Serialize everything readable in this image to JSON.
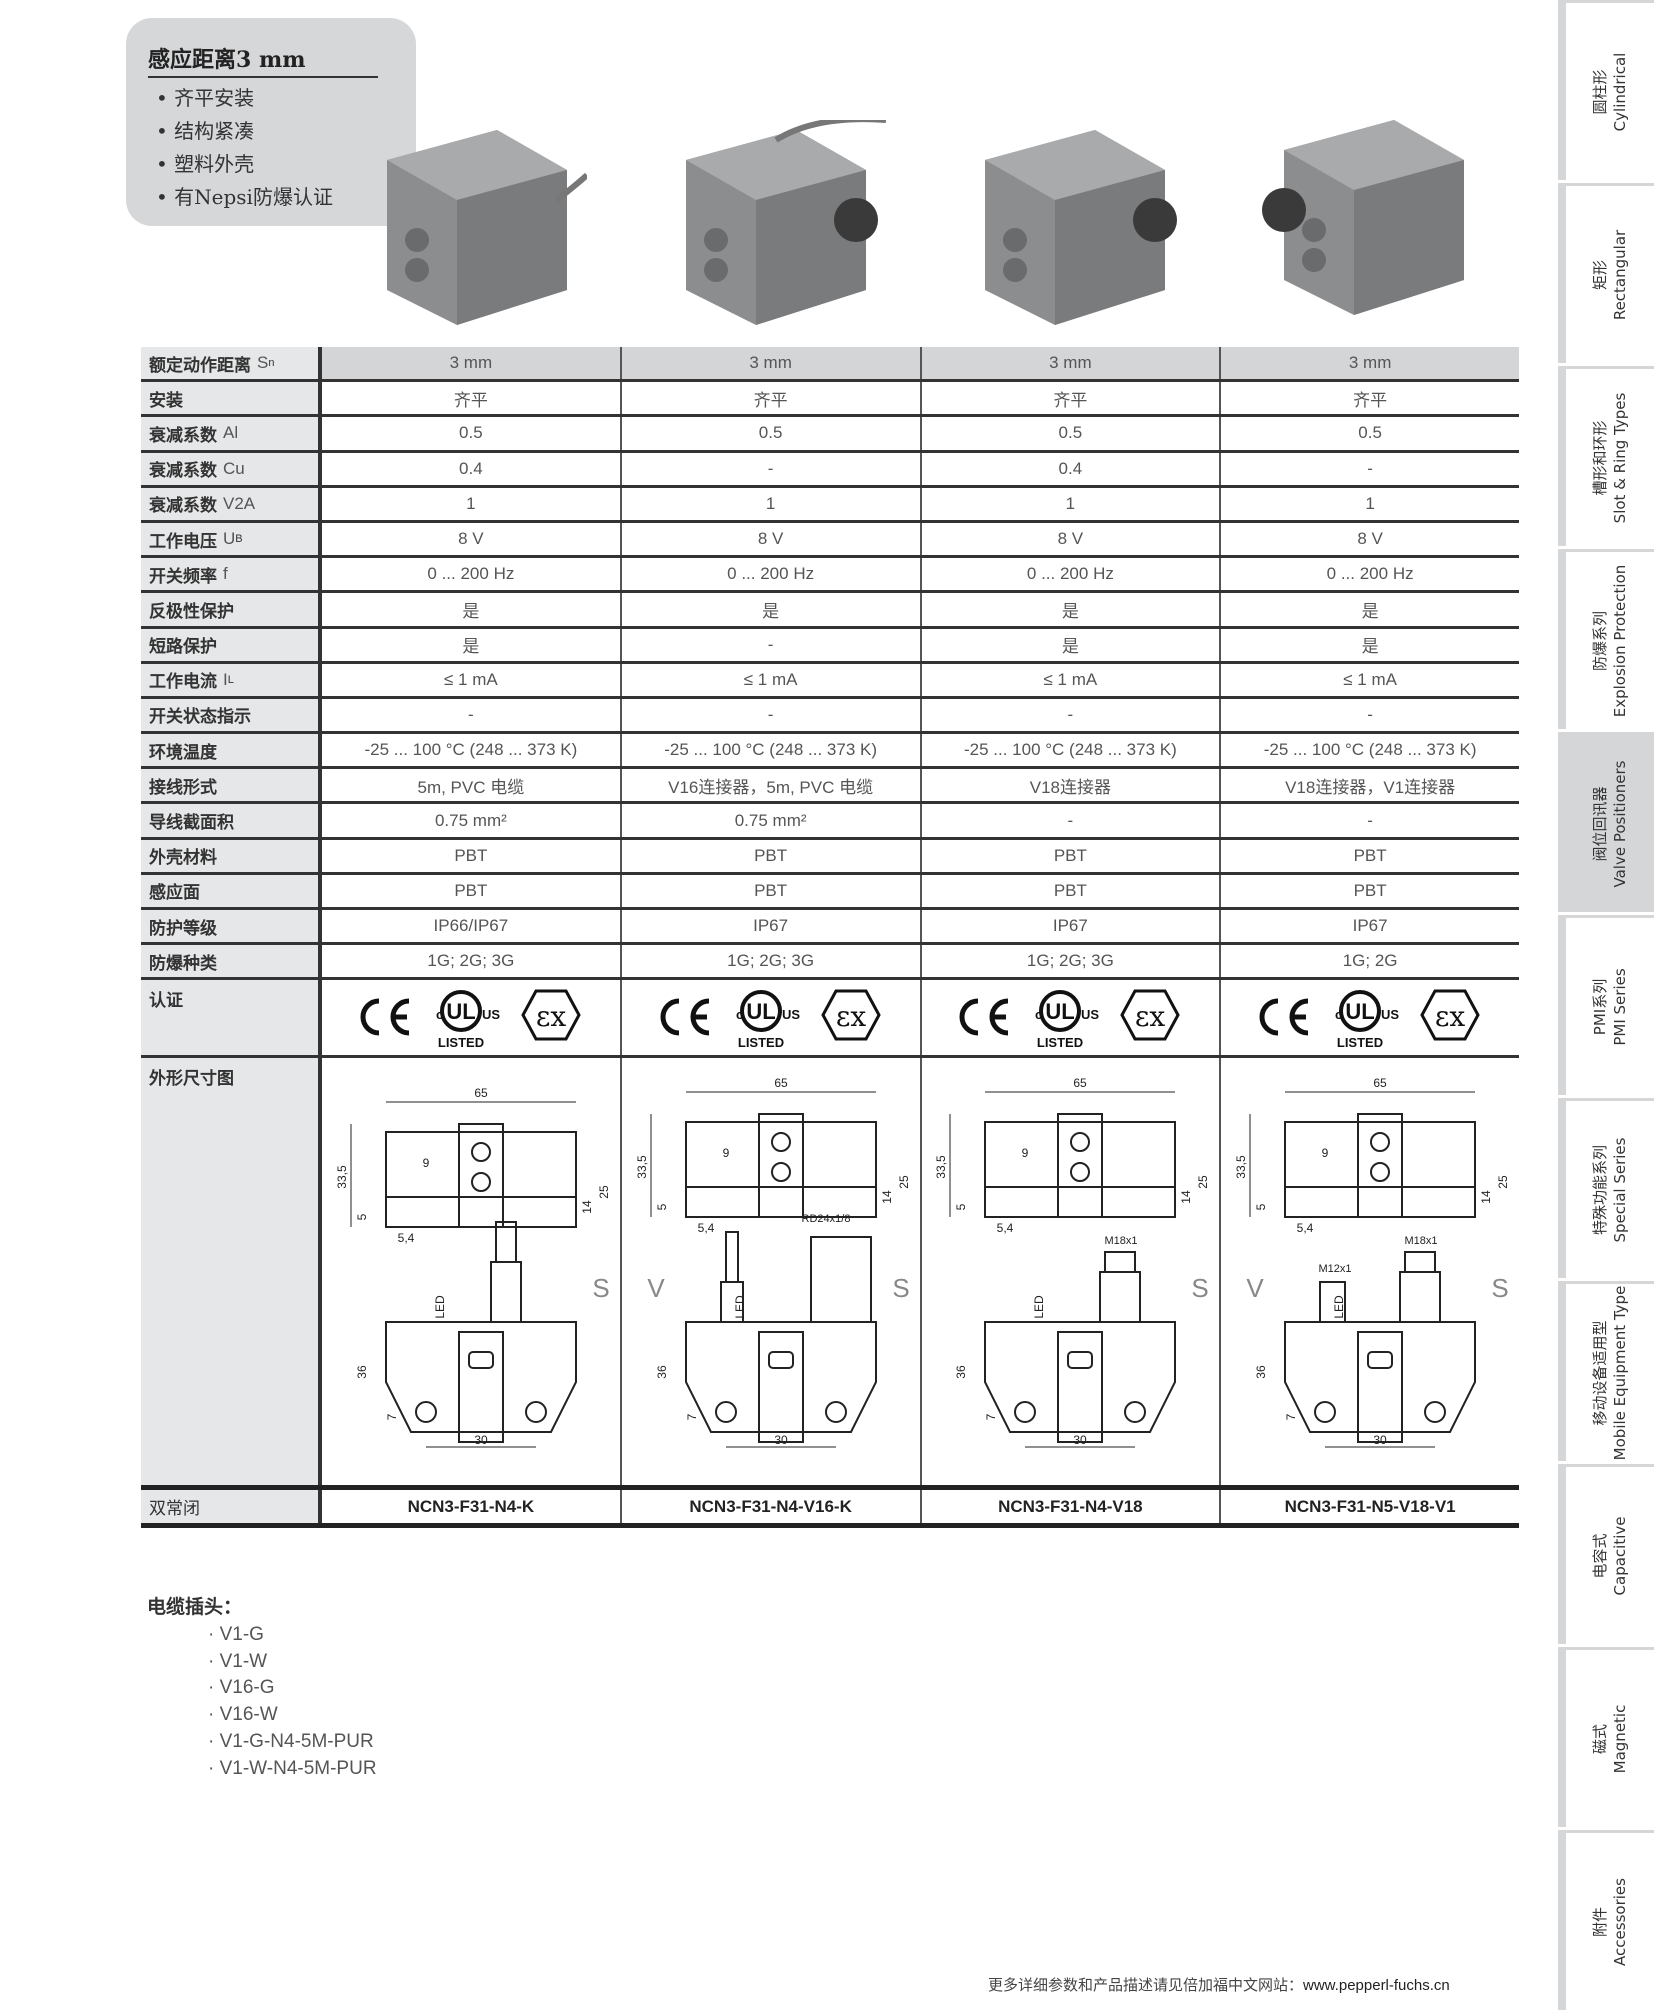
{
  "feature": {
    "title": "感应距离3 mm",
    "items": [
      "齐平安装",
      "结构紧凑",
      "塑料外壳",
      "有Nepsi防爆认证"
    ]
  },
  "table": {
    "rows": [
      {
        "label": "额定动作距离",
        "sym": "S",
        "sub": "n",
        "values": [
          "3 mm",
          "3 mm",
          "3 mm",
          "3 mm"
        ]
      },
      {
        "label": "安装",
        "sym": "",
        "sub": "",
        "values": [
          "齐平",
          "齐平",
          "齐平",
          "齐平"
        ]
      },
      {
        "label": "衰减系数",
        "sym": "Al",
        "sub": "",
        "values": [
          "0.5",
          "0.5",
          "0.5",
          "0.5"
        ]
      },
      {
        "label": "衰减系数",
        "sym": "Cu",
        "sub": "",
        "values": [
          "0.4",
          "-",
          "0.4",
          "-"
        ]
      },
      {
        "label": "衰减系数",
        "sym": "V2A",
        "sub": "",
        "values": [
          "1",
          "1",
          "1",
          "1"
        ]
      },
      {
        "label": "工作电压",
        "sym": "U",
        "sub": "B",
        "values": [
          "8 V",
          "8 V",
          "8 V",
          "8 V"
        ]
      },
      {
        "label": "开关频率",
        "sym": "f",
        "sub": "",
        "values": [
          "0 ... 200 Hz",
          "0 ... 200 Hz",
          "0 ... 200 Hz",
          "0 ... 200 Hz"
        ]
      },
      {
        "label": "反极性保护",
        "sym": "",
        "sub": "",
        "values": [
          "是",
          "是",
          "是",
          "是"
        ]
      },
      {
        "label": "短路保护",
        "sym": "",
        "sub": "",
        "values": [
          "是",
          "-",
          "是",
          "是"
        ]
      },
      {
        "label": "工作电流",
        "sym": "I",
        "sub": "L",
        "values": [
          "≤ 1 mA",
          "≤ 1 mA",
          "≤ 1 mA",
          "≤ 1 mA"
        ]
      },
      {
        "label": "开关状态指示",
        "sym": "",
        "sub": "",
        "values": [
          "-",
          "-",
          "-",
          "-"
        ]
      },
      {
        "label": "环境温度",
        "sym": "",
        "sub": "",
        "values": [
          "-25 ... 100 °C (248 ... 373 K)",
          "-25 ... 100 °C (248 ... 373 K)",
          "-25 ... 100 °C (248 ... 373 K)",
          "-25 ... 100 °C (248 ... 373 K)"
        ]
      },
      {
        "label": "接线形式",
        "sym": "",
        "sub": "",
        "values": [
          "5m, PVC 电缆",
          "V16连接器，5m, PVC 电缆",
          "V18连接器",
          "V18连接器，V1连接器"
        ]
      },
      {
        "label": "导线截面积",
        "sym": "",
        "sub": "",
        "values": [
          "0.75 mm²",
          "0.75 mm²",
          "-",
          "-"
        ]
      },
      {
        "label": "外壳材料",
        "sym": "",
        "sub": "",
        "values": [
          "PBT",
          "PBT",
          "PBT",
          "PBT"
        ]
      },
      {
        "label": "感应面",
        "sym": "",
        "sub": "",
        "values": [
          "PBT",
          "PBT",
          "PBT",
          "PBT"
        ]
      },
      {
        "label": "防护等级",
        "sym": "",
        "sub": "",
        "values": [
          "IP66/IP67",
          "IP67",
          "IP67",
          "IP67"
        ]
      },
      {
        "label": "防爆种类",
        "sym": "",
        "sub": "",
        "values": [
          "1G; 2G; 3G",
          "1G; 2G; 3G",
          "1G; 2G; 3G",
          "1G; 2G"
        ]
      }
    ],
    "cert_label": "认证",
    "cert_logo_text": {
      "c": "c",
      "us": "US",
      "listed": "LISTED",
      "ce": "CE",
      "ex": "Ex"
    },
    "drawing_label": "外形尺寸图",
    "drawings": [
      {
        "variant": "cable",
        "dims": [
          "65",
          "33,5",
          "9",
          "25",
          "14",
          "5",
          "5,4",
          "36",
          "7",
          "30"
        ],
        "led": "LED",
        "tags": [
          "S"
        ],
        "thread": ""
      },
      {
        "variant": "v16",
        "dims": [
          "65",
          "33,5",
          "9",
          "25",
          "14",
          "5",
          "5,4",
          "36",
          "7",
          "30"
        ],
        "led": "LED",
        "tags": [
          "V",
          "S"
        ],
        "thread": "RD24x1/8"
      },
      {
        "variant": "v18",
        "dims": [
          "65",
          "33,5",
          "9",
          "25",
          "14",
          "5",
          "5,4",
          "36",
          "7",
          "30"
        ],
        "led": "LED",
        "tags": [
          "S"
        ],
        "thread": "M18x1"
      },
      {
        "variant": "v18v1",
        "dims": [
          "65",
          "33,5",
          "9",
          "25",
          "14",
          "5",
          "5,4",
          "36",
          "7",
          "30"
        ],
        "led": "LED",
        "tags": [
          "V",
          "S"
        ],
        "thread": "M18x1",
        "thread2": "M12x1"
      }
    ],
    "model_label": "双常闭",
    "models": [
      "NCN3-F31-N4-K",
      "NCN3-F31-N4-V16-K",
      "NCN3-F31-N4-V18",
      "NCN3-F31-N5-V18-V1"
    ]
  },
  "cable_plugs": {
    "title": "电缆插头：",
    "items": [
      "V1-G",
      "V1-W",
      "V16-G",
      "V16-W",
      "V1-G-N4-5M-PUR",
      "V1-W-N4-5M-PUR"
    ]
  },
  "footer": {
    "text": "更多详细参数和产品描述请见倍加福中文网站：",
    "url": "www.pepperl-fuchs.cn"
  },
  "side_tabs": [
    {
      "cn": "圆柱形",
      "en": "Cylindrical",
      "active": false
    },
    {
      "cn": "矩形",
      "en": "Rectangular",
      "active": false
    },
    {
      "cn": "槽形和环形",
      "en": "Slot & Ring Types",
      "active": false
    },
    {
      "cn": "防爆系列",
      "en": "Explosion Protection",
      "active": false
    },
    {
      "cn": "阀位回讯器",
      "en": "Valve Positioners",
      "active": true
    },
    {
      "cn": "PMI系列",
      "en": "PMI Series",
      "active": false
    },
    {
      "cn": "特殊功能系列",
      "en": "Special Series",
      "active": false
    },
    {
      "cn": "移动设备适用型",
      "en": "Mobile Equipment Type",
      "active": false
    },
    {
      "cn": "电容式",
      "en": "Capacitive",
      "active": false
    },
    {
      "cn": "磁式",
      "en": "Magnetic",
      "active": false
    },
    {
      "cn": "附件",
      "en": "Accessories",
      "active": false
    }
  ],
  "colors": {
    "header_bg": "#d4d5d7",
    "label_bg": "#e6e7e8",
    "tab_active": "#d5d6d8",
    "rule": "#333333"
  }
}
